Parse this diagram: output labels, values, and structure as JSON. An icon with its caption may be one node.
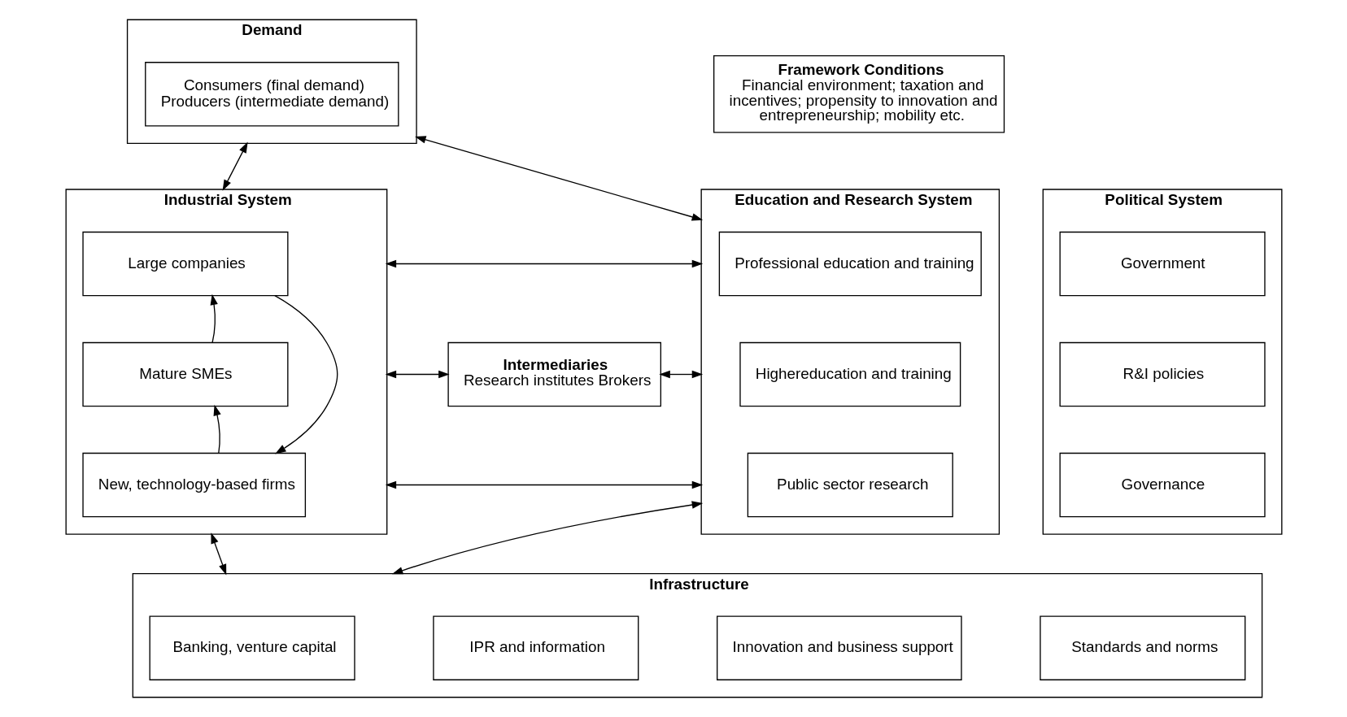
{
  "diagram": {
    "nodes": [
      {
        "text": [
          "Demand"
        ]
      },
      {
        "text": [
          "Consumers (final demand)",
          "Producers (intermediate demand)"
        ],
        "in": 0
      },
      {
        "text": [
          "Framework Conditions",
          "Financial environment; taxation and incentives; propensity to innovation and entrepreneurship; mobility etc."
        ]
      },
      {
        "text": [
          "Industrial System"
        ]
      },
      {
        "text": [
          "Large companies"
        ],
        "in": 3
      },
      {
        "text": [
          "Mature SMEs"
        ],
        "in": 3
      },
      {
        "text": [
          "New, technology-based firms"
        ],
        "in": 3
      },
      {
        "text": [
          "Intermediaries",
          "Research institutes Brokers"
        ]
      },
      {
        "text": [
          "Education and Research System"
        ]
      },
      {
        "text": [
          "Professional education and training"
        ],
        "in": 8
      },
      {
        "text": [
          "Highereducation and training"
        ],
        "in": 8
      },
      {
        "text": [
          "Public sector research"
        ],
        "in": 8
      },
      {
        "text": [
          "Political System"
        ]
      },
      {
        "text": [
          "Government"
        ],
        "in": 12
      },
      {
        "text": [
          "R&I policies"
        ],
        "in": 12
      },
      {
        "text": [
          "Governance"
        ],
        "in": 12
      },
      {
        "text": [
          "Infrastructure"
        ]
      },
      {
        "text": [
          "Banking, venture capital"
        ],
        "in": 16
      },
      {
        "text": [
          "IPR and information"
        ],
        "in": 16
      },
      {
        "text": [
          "Innovation and business support"
        ],
        "in": 16
      },
      {
        "text": [
          "Standards and norms"
        ],
        "in": 16
      }
    ],
    "edges": [
      {
        "from": 0,
        "to": 3,
        "arrow": "both"
      },
      {
        "from": 0,
        "to": 8,
        "arrow": "both"
      },
      {
        "from": 3,
        "to": 8,
        "arrow": "both"
      },
      {
        "from": 3,
        "to": 7,
        "arrow": "both"
      },
      {
        "from": 7,
        "to": 8,
        "arrow": "both"
      },
      {
        "from": 3,
        "to": 8,
        "arrow": "both"
      },
      {
        "from": 5,
        "to": 4,
        "arrow": "to"
      },
      {
        "from": 4,
        "to": 6,
        "arrow": "to"
      },
      {
        "from": 6,
        "to": 5,
        "arrow": "to"
      },
      {
        "from": 3,
        "to": 16,
        "arrow": "both"
      },
      {
        "from": 8,
        "to": 16,
        "arrow": "both"
      }
    ]
  }
}
